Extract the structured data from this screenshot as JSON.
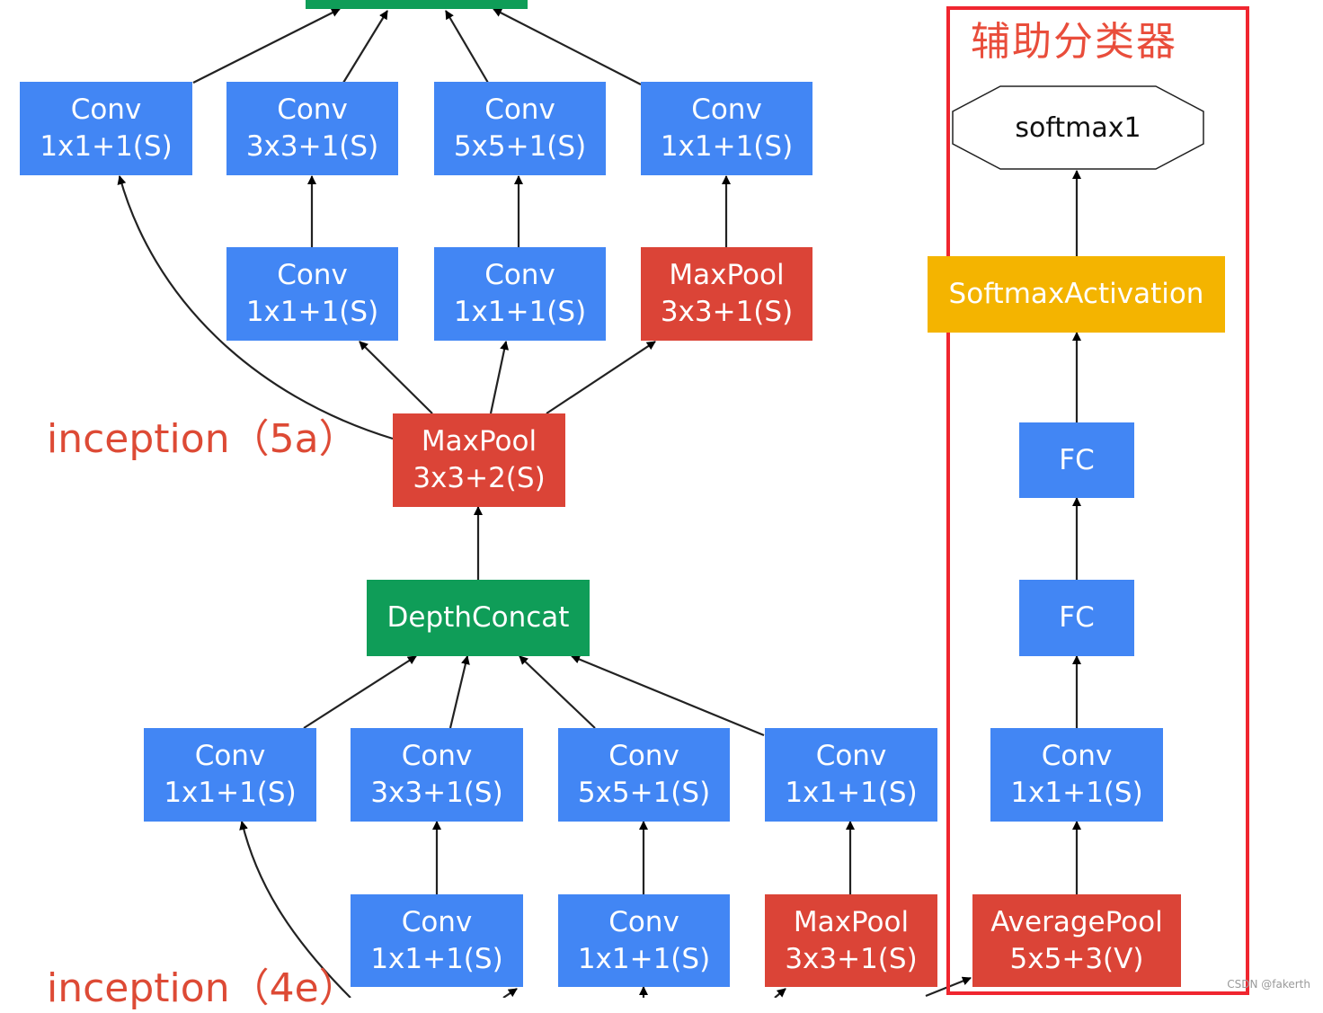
{
  "diagram": {
    "labels": {
      "inception_5a": "inception（5a）",
      "inception_4e": "inception（4e）"
    },
    "aux_classifier": {
      "title": "辅助分类器",
      "border_color": "#f0262f"
    },
    "nodes": {
      "top_concat": {
        "type": "DepthConcat",
        "lines": [
          "",
          ""
        ]
      },
      "conv5a_1x1": {
        "type": "Conv",
        "lines": [
          "Conv",
          "1x1+1(S)"
        ]
      },
      "conv5a_3x3": {
        "type": "Conv",
        "lines": [
          "Conv",
          "3x3+1(S)"
        ]
      },
      "conv5a_5x5": {
        "type": "Conv",
        "lines": [
          "Conv",
          "5x5+1(S)"
        ]
      },
      "conv5a_pool_proj": {
        "type": "Conv",
        "lines": [
          "Conv",
          "1x1+1(S)"
        ]
      },
      "conv5a_3x3_reduce": {
        "type": "Conv",
        "lines": [
          "Conv",
          "1x1+1(S)"
        ]
      },
      "conv5a_5x5_reduce": {
        "type": "Conv",
        "lines": [
          "Conv",
          "1x1+1(S)"
        ]
      },
      "pool5a": {
        "type": "MaxPool",
        "lines": [
          "MaxPool",
          "3x3+1(S)"
        ]
      },
      "pool4_main": {
        "type": "MaxPool",
        "lines": [
          "MaxPool",
          "3x3+2(S)"
        ]
      },
      "concat4e": {
        "type": "DepthConcat",
        "lines": [
          "DepthConcat"
        ]
      },
      "conv4e_1x1": {
        "type": "Conv",
        "lines": [
          "Conv",
          "1x1+1(S)"
        ]
      },
      "conv4e_3x3": {
        "type": "Conv",
        "lines": [
          "Conv",
          "3x3+1(S)"
        ]
      },
      "conv4e_5x5": {
        "type": "Conv",
        "lines": [
          "Conv",
          "5x5+1(S)"
        ]
      },
      "conv4e_pool_proj": {
        "type": "Conv",
        "lines": [
          "Conv",
          "1x1+1(S)"
        ]
      },
      "conv4e_3x3_reduce": {
        "type": "Conv",
        "lines": [
          "Conv",
          "1x1+1(S)"
        ]
      },
      "conv4e_5x5_reduce": {
        "type": "Conv",
        "lines": [
          "Conv",
          "1x1+1(S)"
        ]
      },
      "pool4e": {
        "type": "MaxPool",
        "lines": [
          "MaxPool",
          "3x3+1(S)"
        ]
      },
      "aux_avgpool": {
        "type": "AveragePool",
        "lines": [
          "AveragePool",
          "5x5+3(V)"
        ]
      },
      "aux_conv": {
        "type": "Conv",
        "lines": [
          "Conv",
          "1x1+1(S)"
        ]
      },
      "aux_fc1": {
        "type": "FC",
        "lines": [
          "FC"
        ]
      },
      "aux_fc2": {
        "type": "FC",
        "lines": [
          "FC"
        ]
      },
      "aux_act": {
        "type": "SoftmaxActivation",
        "lines": [
          "SoftmaxActivation"
        ]
      },
      "softmax1": {
        "type": "softmax",
        "lines": [
          "softmax1"
        ]
      }
    },
    "edges": [
      [
        "conv5a_1x1",
        "top_concat"
      ],
      [
        "conv5a_3x3",
        "top_concat"
      ],
      [
        "conv5a_5x5",
        "top_concat"
      ],
      [
        "conv5a_pool_proj",
        "top_concat"
      ],
      [
        "conv5a_3x3_reduce",
        "conv5a_3x3"
      ],
      [
        "conv5a_5x5_reduce",
        "conv5a_5x5"
      ],
      [
        "pool5a",
        "conv5a_pool_proj"
      ],
      [
        "pool4_main",
        "conv5a_1x1"
      ],
      [
        "pool4_main",
        "conv5a_3x3_reduce"
      ],
      [
        "pool4_main",
        "conv5a_5x5_reduce"
      ],
      [
        "pool4_main",
        "pool5a"
      ],
      [
        "concat4e",
        "pool4_main"
      ],
      [
        "conv4e_1x1",
        "concat4e"
      ],
      [
        "conv4e_3x3",
        "concat4e"
      ],
      [
        "conv4e_5x5",
        "concat4e"
      ],
      [
        "conv4e_pool_proj",
        "concat4e"
      ],
      [
        "conv4e_3x3_reduce",
        "conv4e_3x3"
      ],
      [
        "conv4e_5x5_reduce",
        "conv4e_5x5"
      ],
      [
        "pool4e",
        "conv4e_pool_proj"
      ],
      [
        "aux_avgpool",
        "aux_conv"
      ],
      [
        "aux_conv",
        "aux_fc2"
      ],
      [
        "aux_fc2",
        "aux_fc1"
      ],
      [
        "aux_fc1",
        "aux_act"
      ],
      [
        "aux_act",
        "softmax1"
      ]
    ],
    "colors": {
      "conv": "#4286f4",
      "maxpool": "#db4437",
      "depthconcat": "#0f9d58",
      "activation": "#f4b400",
      "label": "#dd4a35"
    }
  },
  "watermark": "CSDN @fakerth"
}
